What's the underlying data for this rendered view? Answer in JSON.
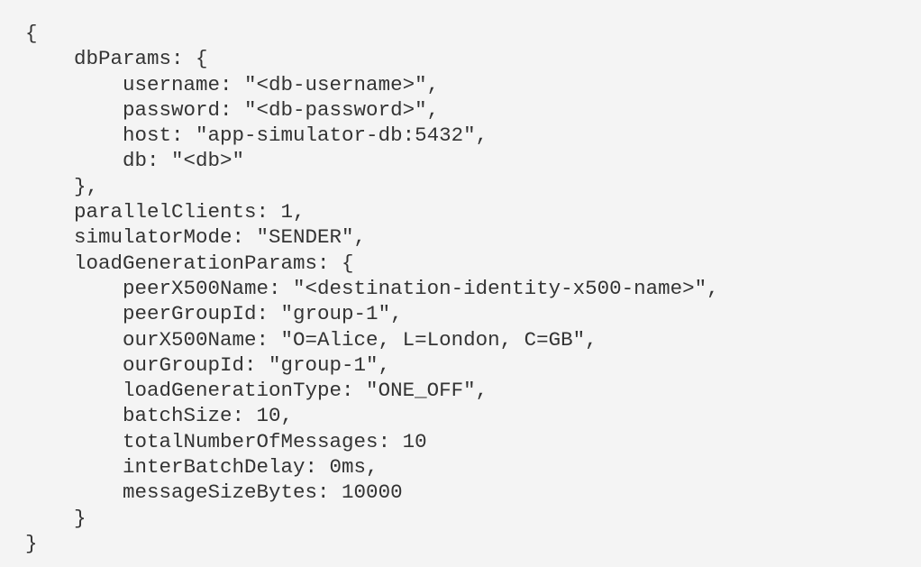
{
  "code": {
    "lines": [
      "{",
      "    dbParams: {",
      "        username: \"<db-username>\",",
      "        password: \"<db-password>\",",
      "        host: \"app-simulator-db:5432\",",
      "        db: \"<db>\"",
      "    },",
      "    parallelClients: 1,",
      "    simulatorMode: \"SENDER\",",
      "    loadGenerationParams: {",
      "        peerX500Name: \"<destination-identity-x500-name>\",",
      "        peerGroupId: \"group-1\",",
      "        ourX500Name: \"O=Alice, L=London, C=GB\",",
      "        ourGroupId: \"group-1\",",
      "        loadGenerationType: \"ONE_OFF\",",
      "        batchSize: 10,",
      "        totalNumberOfMessages: 10",
      "        interBatchDelay: 0ms,",
      "        messageSizeBytes: 10000",
      "    }",
      "}"
    ]
  }
}
